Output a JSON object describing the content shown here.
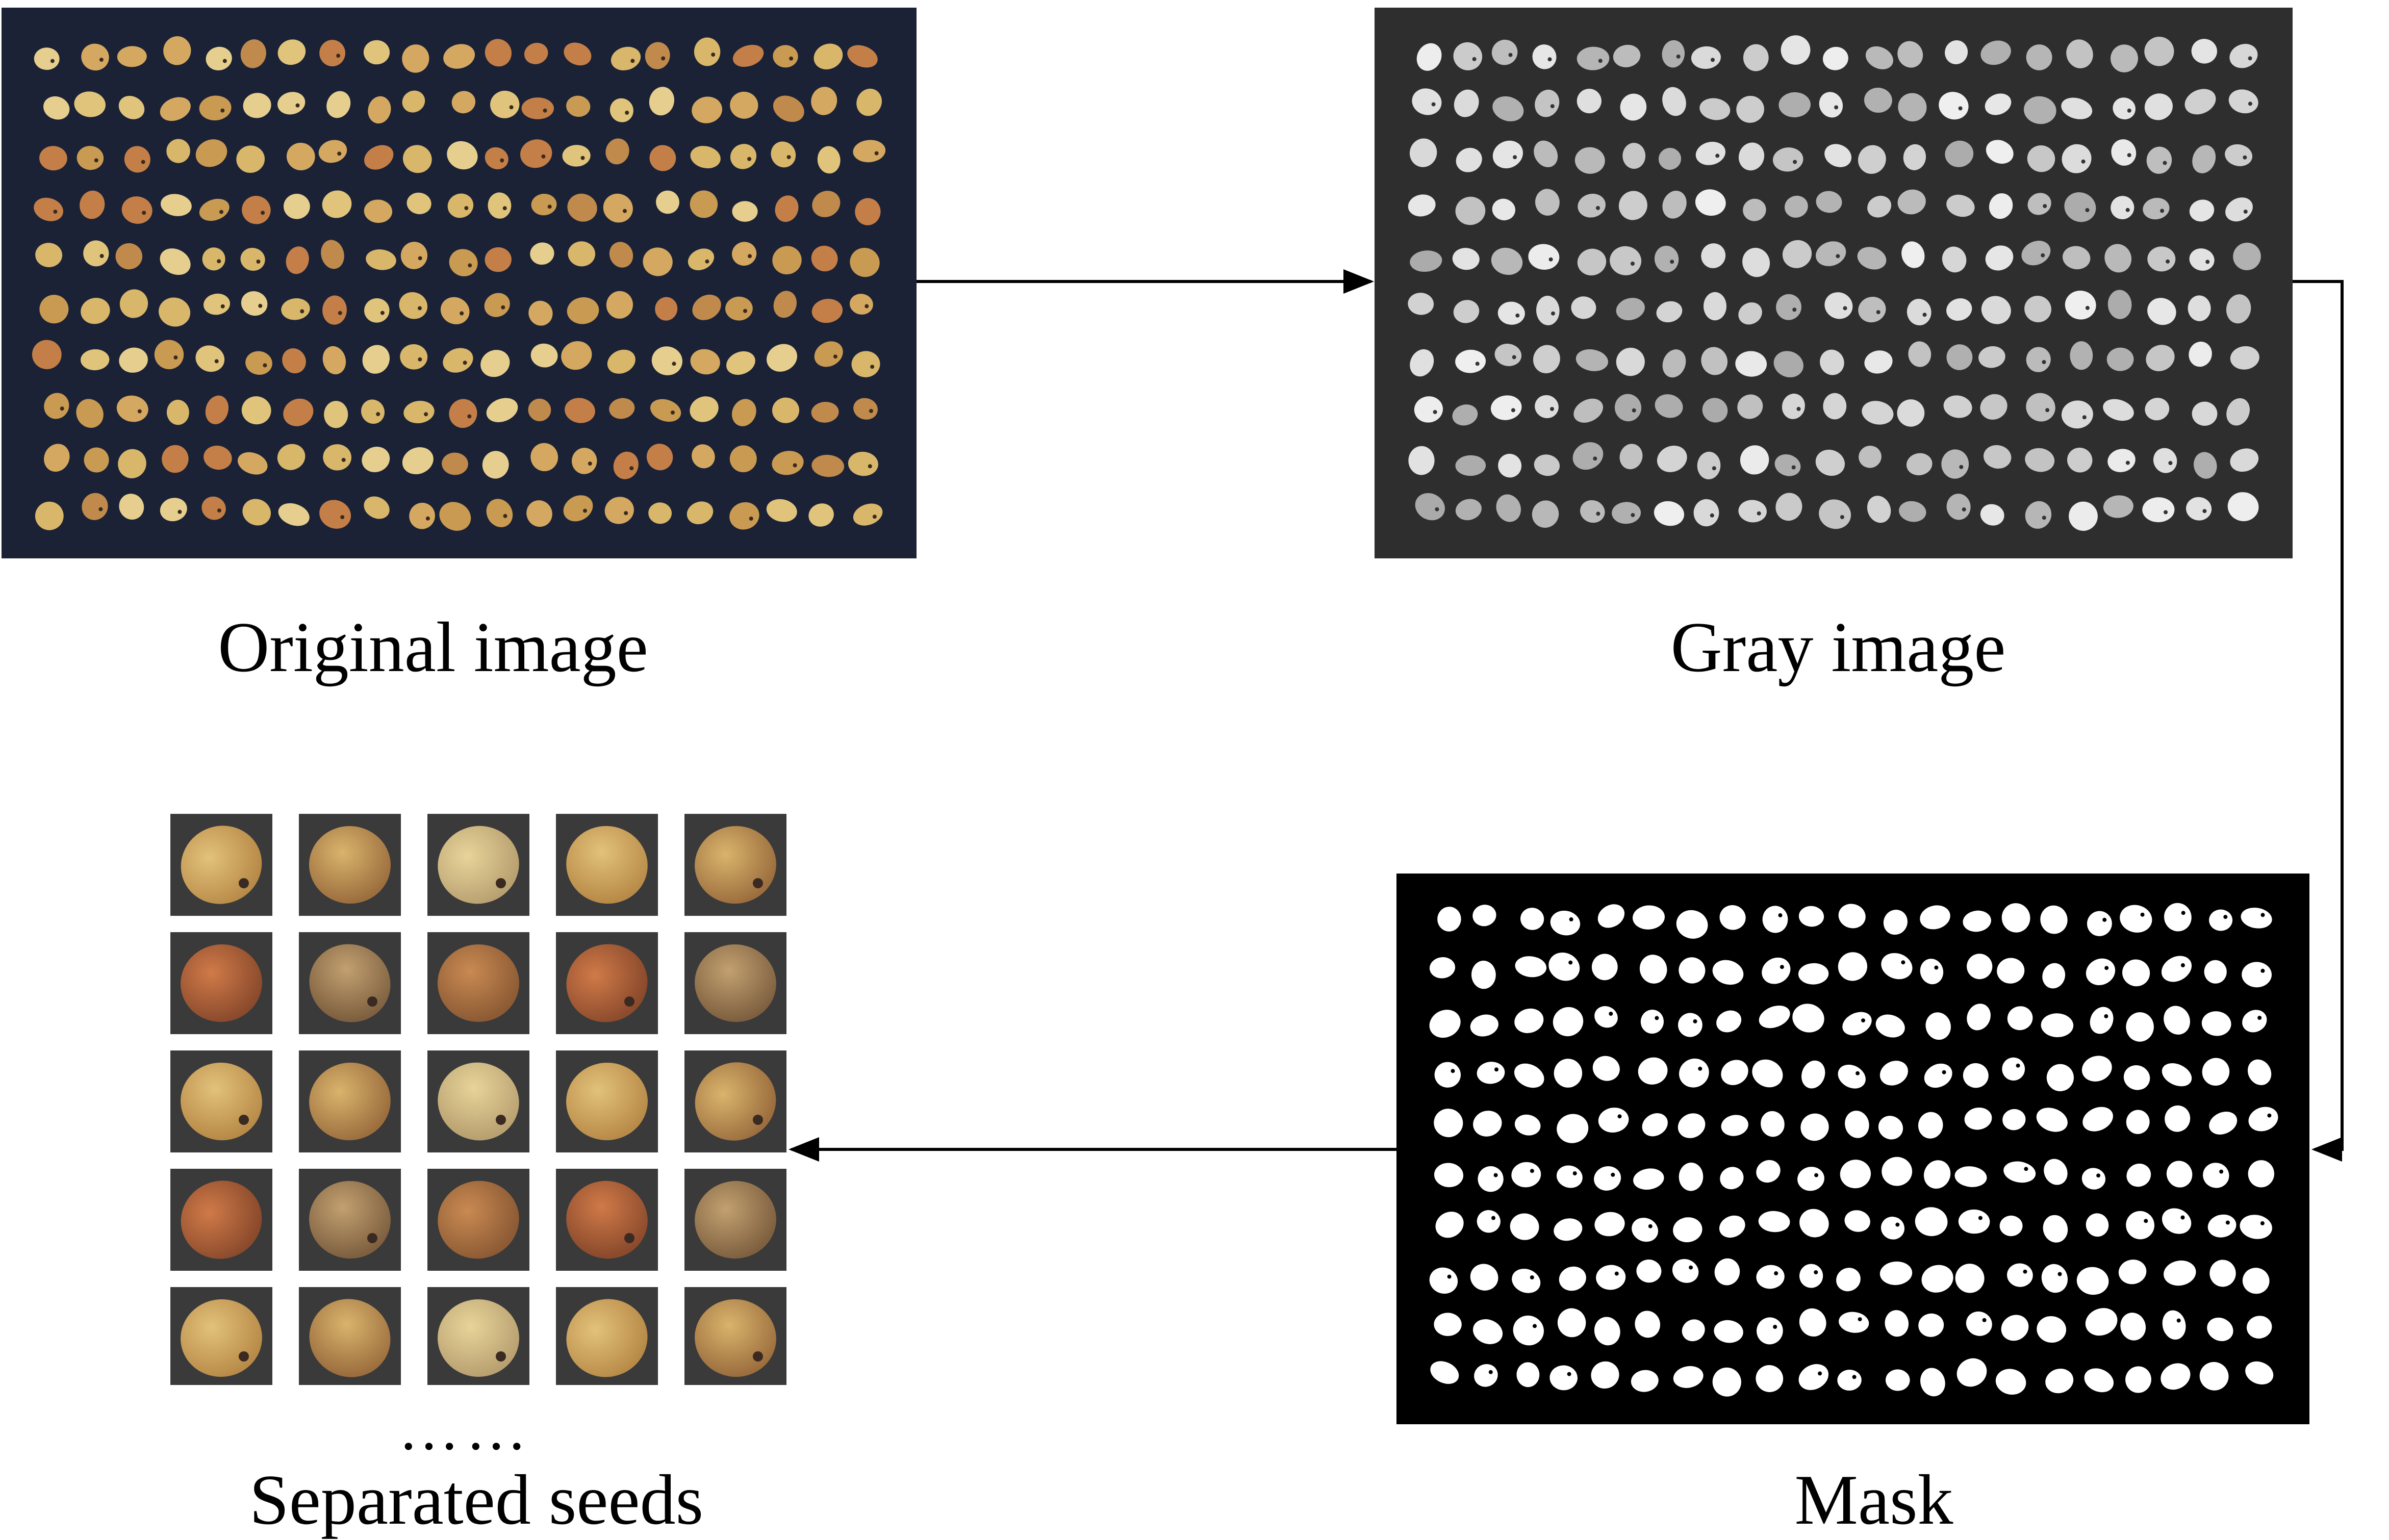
{
  "captions": {
    "original": "Original image",
    "gray": "Gray image",
    "mask": "Mask",
    "seeds": "Separated seeds",
    "ellipsis": "……"
  },
  "colors": {
    "original_background": "#1b2236",
    "gray_background": "#2e2e2e",
    "mask_background": "#000000",
    "mask_seed": "#ffffff",
    "tile_background": "#3a3a3a",
    "arrow": "#000000"
  },
  "flow": [
    {
      "from": "Original image",
      "to": "Gray image"
    },
    {
      "from": "Gray image",
      "to": "Mask"
    },
    {
      "from": "Mask",
      "to": "Separated seeds"
    }
  ],
  "seed_grid": {
    "rows": 10,
    "cols": 21
  },
  "separated_seeds": {
    "rows": 5,
    "cols": 5
  }
}
